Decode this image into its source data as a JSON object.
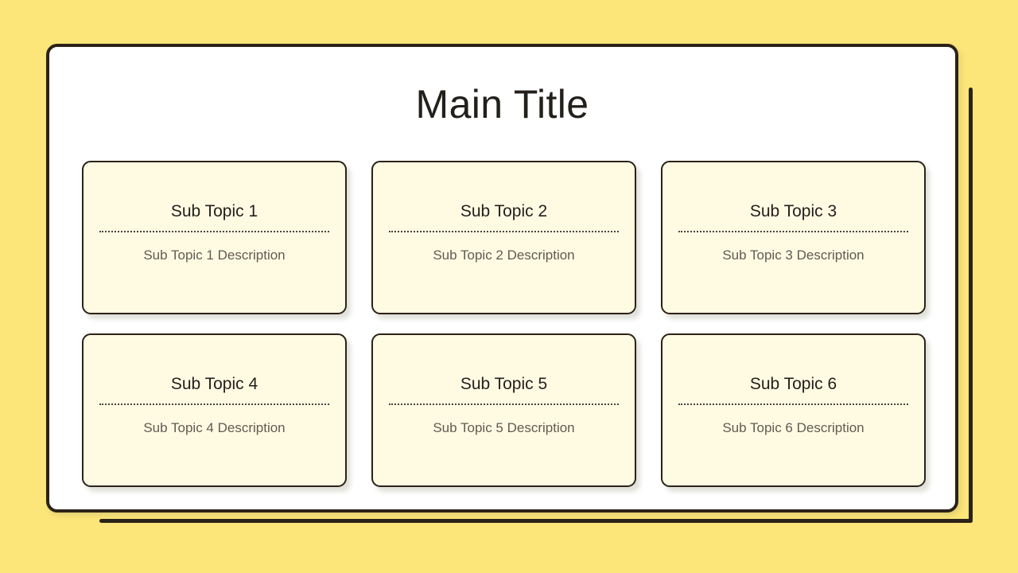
{
  "theme": {
    "background_color": "#FCE679",
    "panel_color": "#FFFFFF",
    "card_color": "#FFFBE3",
    "outline_color": "#2B2218",
    "heading_color": "#231F1B",
    "description_color": "#5F5B52"
  },
  "slide": {
    "title": "Main Title"
  },
  "cards": [
    {
      "title": "Sub Topic 1",
      "description": "Sub Topic 1 Description"
    },
    {
      "title": "Sub Topic 2",
      "description": "Sub Topic 2 Description"
    },
    {
      "title": "Sub Topic 3",
      "description": "Sub Topic 3 Description"
    },
    {
      "title": "Sub Topic 4",
      "description": "Sub Topic 4 Description"
    },
    {
      "title": "Sub Topic 5",
      "description": "Sub Topic 5 Description"
    },
    {
      "title": "Sub Topic 6",
      "description": "Sub Topic 6 Description"
    }
  ]
}
